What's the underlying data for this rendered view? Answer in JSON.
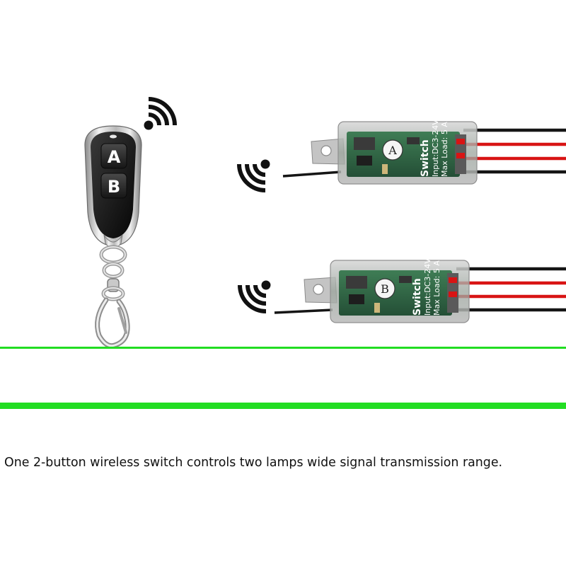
{
  "remote": {
    "button_a_label": "A",
    "button_b_label": "B"
  },
  "receivers": [
    {
      "channel_label": "A",
      "brand_text": "Switch",
      "input_text": "Input:DC3-24V",
      "max_load_text": "Max Load: 5 A"
    },
    {
      "channel_label": "B",
      "brand_text": "Switch",
      "input_text": "Input:DC3-24V",
      "max_load_text": "Max Load: 5 A"
    }
  ],
  "caption": "One 2-button wireless switch controls two lamps wide signal transmission range.",
  "icons": {
    "signal": "wifi-signal-icon"
  },
  "colors": {
    "divider_green": "#22dd22",
    "wire_red": "#d81414",
    "wire_black": "#151515",
    "pcb_green": "#2f6b45"
  }
}
